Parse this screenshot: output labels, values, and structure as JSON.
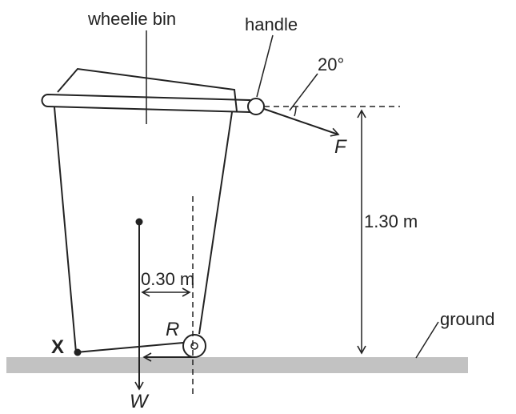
{
  "labels": {
    "wheelie_bin": "wheelie bin",
    "handle": "handle",
    "angle": "20°",
    "force_F": "F",
    "height": "1.30 m",
    "distance": "0.30 m",
    "reaction_R": "R",
    "ground": "ground",
    "pivot_X": "X",
    "weight_W": "W"
  },
  "colors": {
    "ink": "#222222",
    "ground": "#c2c2c2"
  }
}
